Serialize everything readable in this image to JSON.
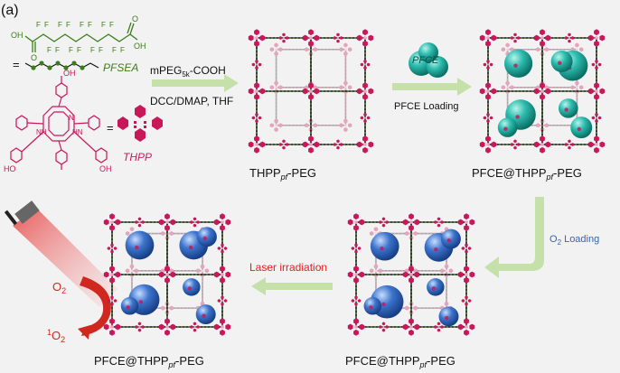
{
  "panel_label": "(a)",
  "pfsea": {
    "name": "PFSEA",
    "fluorine": "F",
    "oxygen": "O",
    "hydroxyl": "OH",
    "equals": "="
  },
  "thpp": {
    "name": "THPP",
    "hydroxyl": "HO",
    "hydroxyl_right": "OH",
    "nh": "NH",
    "n": "N",
    "hn": "HN",
    "equals": "="
  },
  "step1": {
    "reagent_prefix": "mPEG",
    "reagent_sub": "5k",
    "reagent_suffix": "-COOH",
    "conditions": "DCC/DMAP, THF"
  },
  "step2": {
    "particle_label": "PFCE",
    "label": "PFCE Loading"
  },
  "step3": {
    "label_prefix": "O",
    "label_sub": "2",
    "label_suffix": " Loading"
  },
  "step4": {
    "label": "Laser irradiation"
  },
  "species": {
    "o2_prefix": "O",
    "o2_sub": "2",
    "singlet_sup": "1",
    "singlet_main": "O",
    "singlet_sub": "2"
  },
  "products": {
    "p1": {
      "prefix": "THPP",
      "sub": "pf",
      "suffix": "-PEG"
    },
    "p2": {
      "prefix": "PFCE@THPP",
      "sub": "pf",
      "suffix": "-PEG"
    },
    "p3": {
      "prefix": "PFCE@THPP",
      "sub": "pf",
      "suffix": "-PEG"
    },
    "p4": {
      "prefix": "PFCE@THPP",
      "sub": "pf",
      "suffix": "-PEG"
    }
  },
  "colors": {
    "thpp": "#c8185a",
    "pfsea": "#3a7d1a",
    "arrow": "#c5e0a8",
    "teal": "#1fa899",
    "blue": "#2f66b8",
    "red": "#e02020",
    "text": "#111111"
  }
}
